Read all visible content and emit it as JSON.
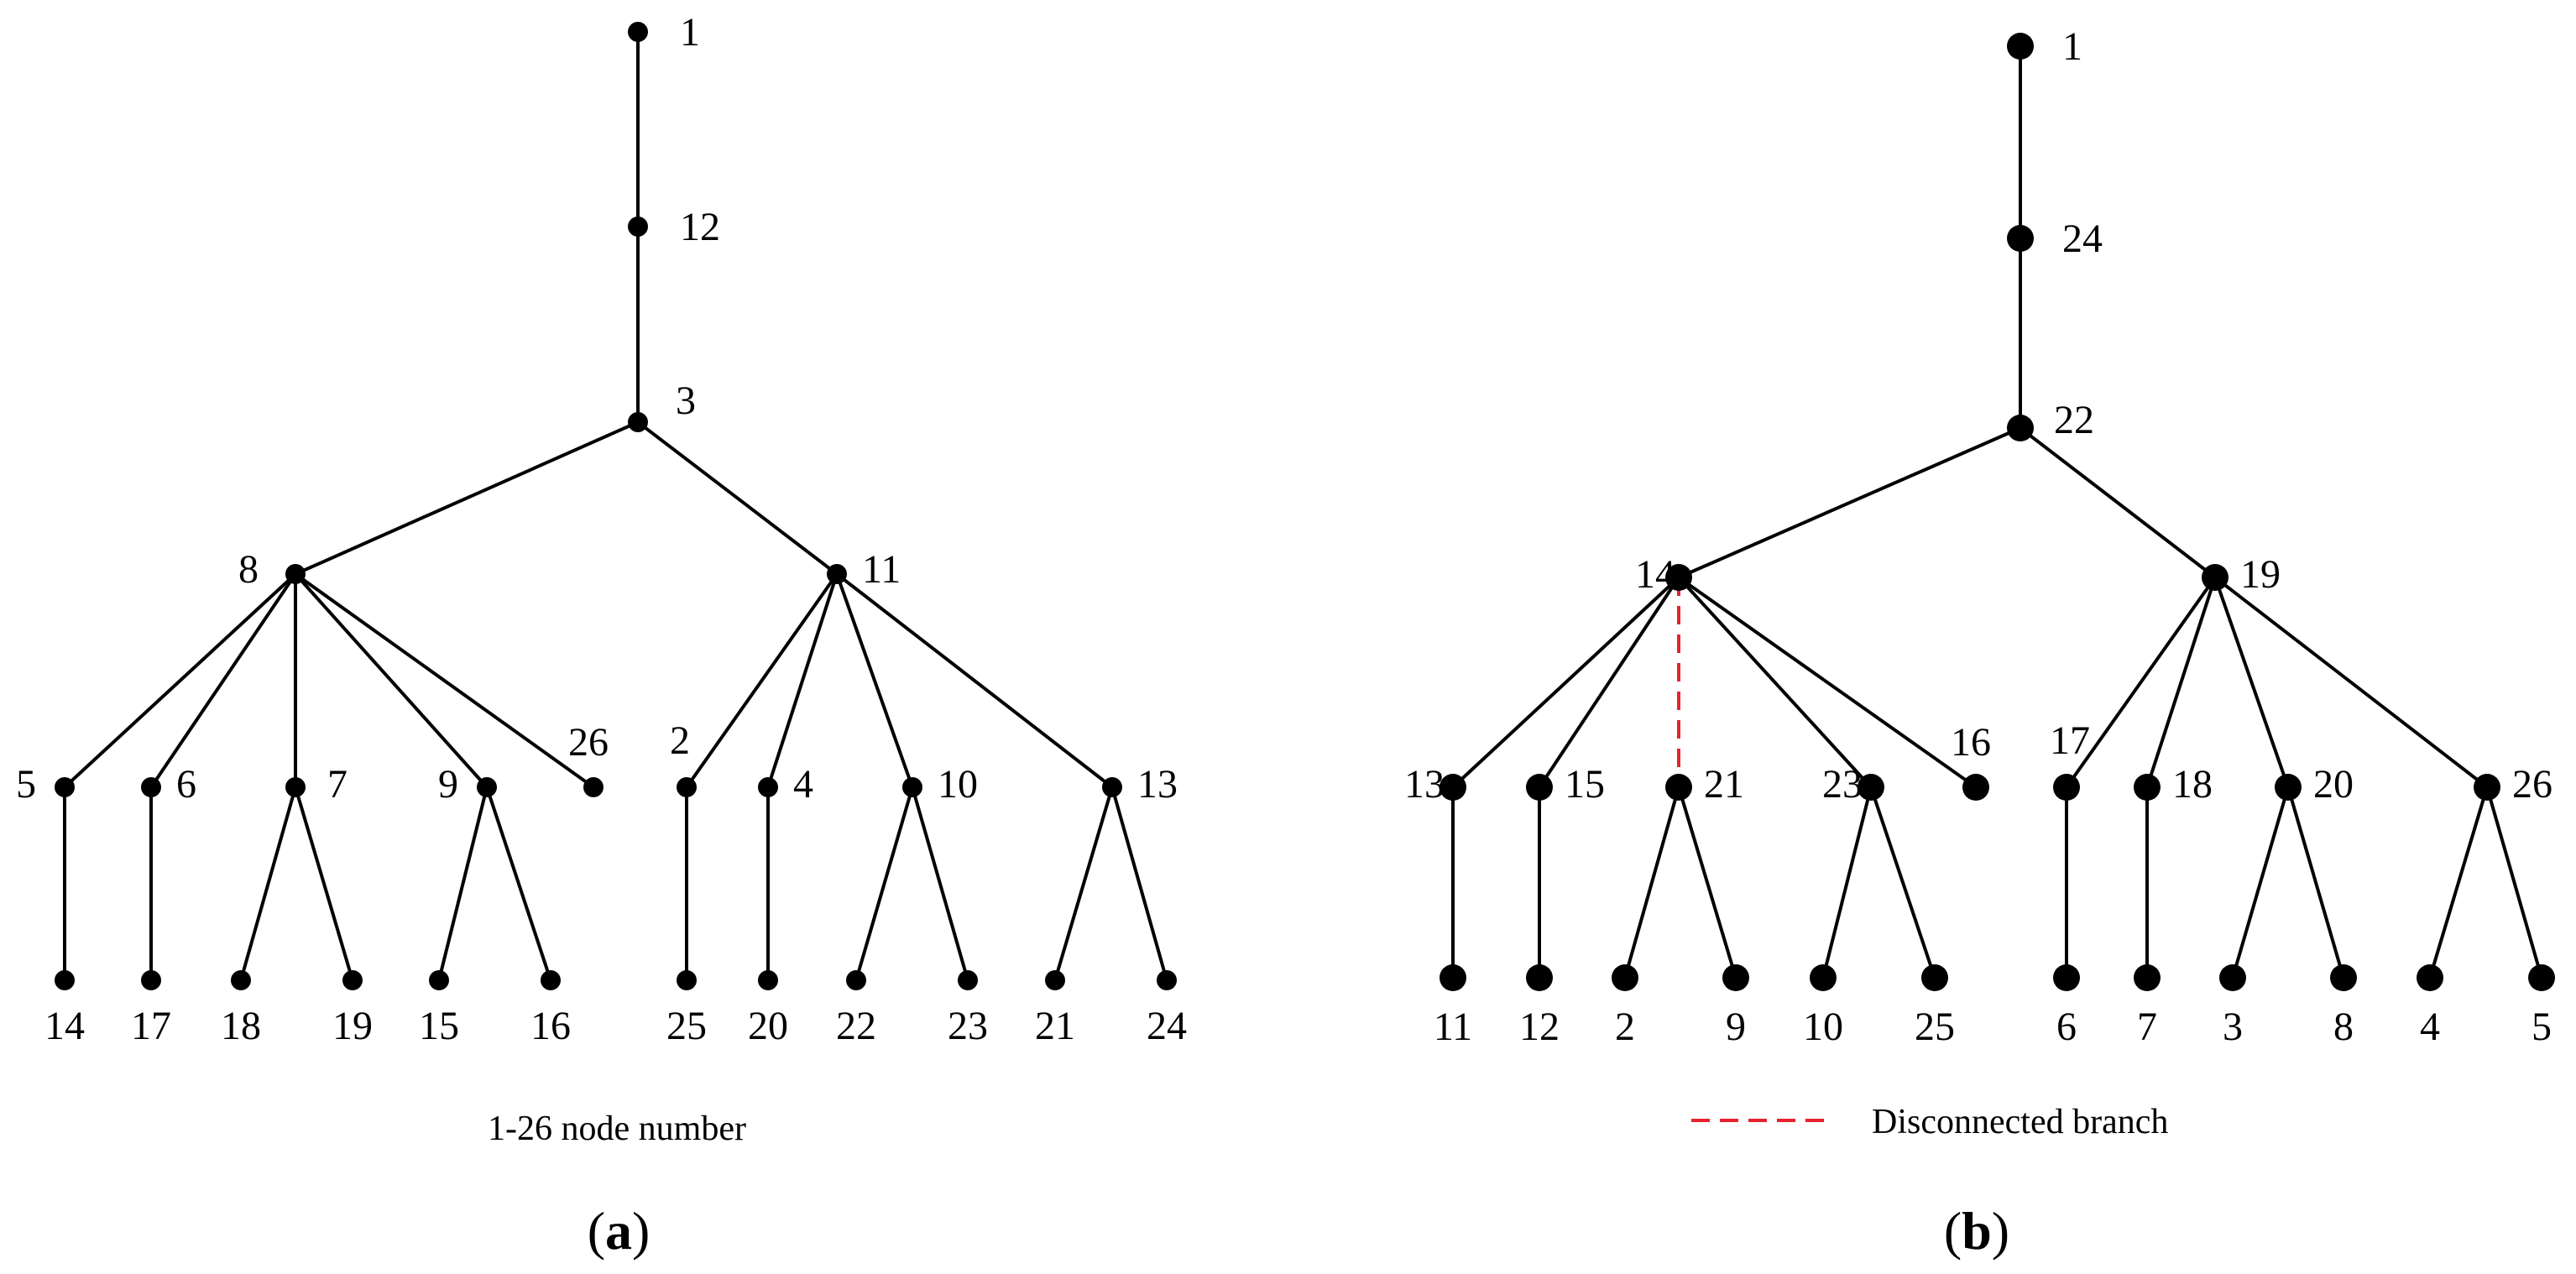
{
  "panel_a": {
    "tag_open": "(",
    "tag_letter": "a",
    "tag_close": ")",
    "caption": "1-26  node number",
    "nodes": [
      {
        "id": "a1",
        "label": "1"
      },
      {
        "id": "a12",
        "label": "12"
      },
      {
        "id": "a3",
        "label": "3"
      },
      {
        "id": "a8",
        "label": "8"
      },
      {
        "id": "a11",
        "label": "11"
      },
      {
        "id": "a5",
        "label": "5"
      },
      {
        "id": "a6",
        "label": "6"
      },
      {
        "id": "a7",
        "label": "7"
      },
      {
        "id": "a9",
        "label": "9"
      },
      {
        "id": "a26",
        "label": "26"
      },
      {
        "id": "a2",
        "label": "2"
      },
      {
        "id": "a4",
        "label": "4"
      },
      {
        "id": "a10",
        "label": "10"
      },
      {
        "id": "a13",
        "label": "13"
      },
      {
        "id": "a14",
        "label": "14"
      },
      {
        "id": "a17",
        "label": "17"
      },
      {
        "id": "a18",
        "label": "18"
      },
      {
        "id": "a19",
        "label": "19"
      },
      {
        "id": "a15",
        "label": "15"
      },
      {
        "id": "a16",
        "label": "16"
      },
      {
        "id": "a25",
        "label": "25"
      },
      {
        "id": "a20",
        "label": "20"
      },
      {
        "id": "a22",
        "label": "22"
      },
      {
        "id": "a23",
        "label": "23"
      },
      {
        "id": "a21",
        "label": "21"
      },
      {
        "id": "a24",
        "label": "24"
      }
    ],
    "edges": [
      [
        "a1",
        "a12"
      ],
      [
        "a12",
        "a3"
      ],
      [
        "a3",
        "a8"
      ],
      [
        "a3",
        "a11"
      ],
      [
        "a8",
        "a5"
      ],
      [
        "a8",
        "a6"
      ],
      [
        "a8",
        "a7"
      ],
      [
        "a8",
        "a9"
      ],
      [
        "a8",
        "a26"
      ],
      [
        "a11",
        "a2"
      ],
      [
        "a11",
        "a4"
      ],
      [
        "a11",
        "a10"
      ],
      [
        "a11",
        "a13"
      ],
      [
        "a5",
        "a14"
      ],
      [
        "a6",
        "a17"
      ],
      [
        "a7",
        "a18"
      ],
      [
        "a7",
        "a19"
      ],
      [
        "a9",
        "a15"
      ],
      [
        "a9",
        "a16"
      ],
      [
        "a2",
        "a25"
      ],
      [
        "a4",
        "a20"
      ],
      [
        "a10",
        "a22"
      ],
      [
        "a10",
        "a23"
      ],
      [
        "a13",
        "a21"
      ],
      [
        "a13",
        "a24"
      ]
    ]
  },
  "panel_b": {
    "tag_open": "(",
    "tag_letter": "b",
    "tag_close": ")",
    "legend": "Disconnected branch",
    "legend_color": "#e8212e",
    "nodes": [
      {
        "id": "b1",
        "label": "1"
      },
      {
        "id": "b24",
        "label": "24"
      },
      {
        "id": "b22",
        "label": "22"
      },
      {
        "id": "b14",
        "label": "14"
      },
      {
        "id": "b19",
        "label": "19"
      },
      {
        "id": "b13",
        "label": "13"
      },
      {
        "id": "b15",
        "label": "15"
      },
      {
        "id": "b21",
        "label": "21"
      },
      {
        "id": "b23",
        "label": "23"
      },
      {
        "id": "b16",
        "label": "16"
      },
      {
        "id": "b17",
        "label": "17"
      },
      {
        "id": "b18",
        "label": "18"
      },
      {
        "id": "b20",
        "label": "20"
      },
      {
        "id": "b26",
        "label": "26"
      },
      {
        "id": "b11",
        "label": "11"
      },
      {
        "id": "b12",
        "label": "12"
      },
      {
        "id": "b2",
        "label": "2"
      },
      {
        "id": "b9",
        "label": "9"
      },
      {
        "id": "b10",
        "label": "10"
      },
      {
        "id": "b25",
        "label": "25"
      },
      {
        "id": "b6",
        "label": "6"
      },
      {
        "id": "b7",
        "label": "7"
      },
      {
        "id": "b3",
        "label": "3"
      },
      {
        "id": "b8",
        "label": "8"
      },
      {
        "id": "b4",
        "label": "4"
      },
      {
        "id": "b5",
        "label": "5"
      }
    ],
    "edges": [
      [
        "b1",
        "b24"
      ],
      [
        "b24",
        "b22"
      ],
      [
        "b22",
        "b14"
      ],
      [
        "b22",
        "b19"
      ],
      [
        "b14",
        "b13"
      ],
      [
        "b14",
        "b15"
      ],
      [
        "b14",
        "b23"
      ],
      [
        "b14",
        "b16"
      ],
      [
        "b19",
        "b17"
      ],
      [
        "b19",
        "b18"
      ],
      [
        "b19",
        "b20"
      ],
      [
        "b19",
        "b26"
      ],
      [
        "b13",
        "b11"
      ],
      [
        "b15",
        "b12"
      ],
      [
        "b21",
        "b2"
      ],
      [
        "b21",
        "b9"
      ],
      [
        "b23",
        "b10"
      ],
      [
        "b23",
        "b25"
      ],
      [
        "b17",
        "b6"
      ],
      [
        "b18",
        "b7"
      ],
      [
        "b20",
        "b3"
      ],
      [
        "b20",
        "b8"
      ],
      [
        "b26",
        "b4"
      ],
      [
        "b26",
        "b5"
      ]
    ],
    "disconnected_edges": [
      [
        "b14",
        "b21"
      ]
    ]
  }
}
